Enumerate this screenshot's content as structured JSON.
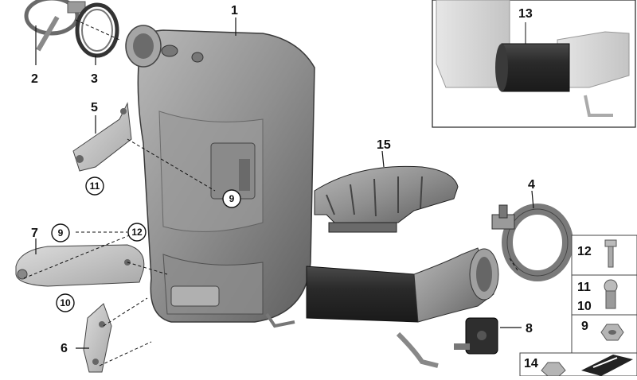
{
  "callouts": {
    "c1": "1",
    "c2": "2",
    "c3": "3",
    "c4": "4",
    "c5": "5",
    "c6": "6",
    "c7": "7",
    "c8": "8",
    "c9a": "9",
    "c9b": "9",
    "c11a": "11",
    "c12a": "12",
    "c10a": "10",
    "c13": "13",
    "c15": "15"
  },
  "legend": {
    "r12": "12",
    "r11": "11",
    "r10": "10",
    "r9": "9",
    "r14": "14"
  },
  "colors": {
    "metal": "#8c8c8c",
    "metal_dark": "#5a5a5a",
    "rubber": "#2b2b2b",
    "line": "#111111"
  }
}
